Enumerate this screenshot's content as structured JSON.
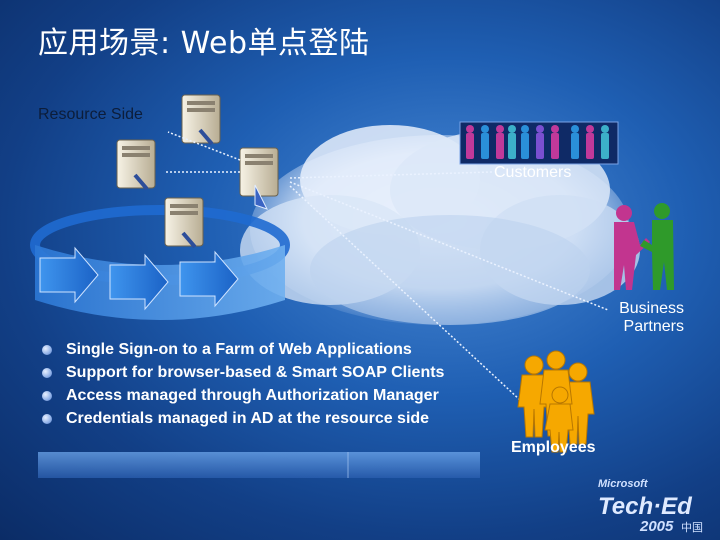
{
  "slide": {
    "title": "应用场景: Web单点登陆",
    "labels": {
      "resource_side": "Resource Side",
      "customers": "Customers",
      "business_partners_line1": "Business",
      "business_partners_line2": "Partners",
      "employees": "Employees"
    },
    "bullets": [
      "Single Sign-on to a Farm of Web Applications",
      "Support for browser-based & Smart SOAP Clients",
      "Access managed through Authorization Manager",
      "Credentials managed in AD at the resource side"
    ],
    "logo": {
      "brand": "Microsoft",
      "event": "Tech·Ed",
      "year": "2005",
      "region": "中国"
    },
    "colors": {
      "background": "#1f5fb3",
      "text": "#ffffff",
      "customers_figures": [
        "#c0399a",
        "#d65aa7",
        "#2a8fd9",
        "#3cb0c9",
        "#7a4fd0"
      ],
      "partner_left": "#c2358f",
      "partner_right": "#2f9a2a",
      "employees": "#f6a800"
    },
    "icons": [
      "server-icon",
      "key-icon",
      "people-icon",
      "handshake-icon",
      "arrow-icon",
      "cloud-icon"
    ]
  }
}
